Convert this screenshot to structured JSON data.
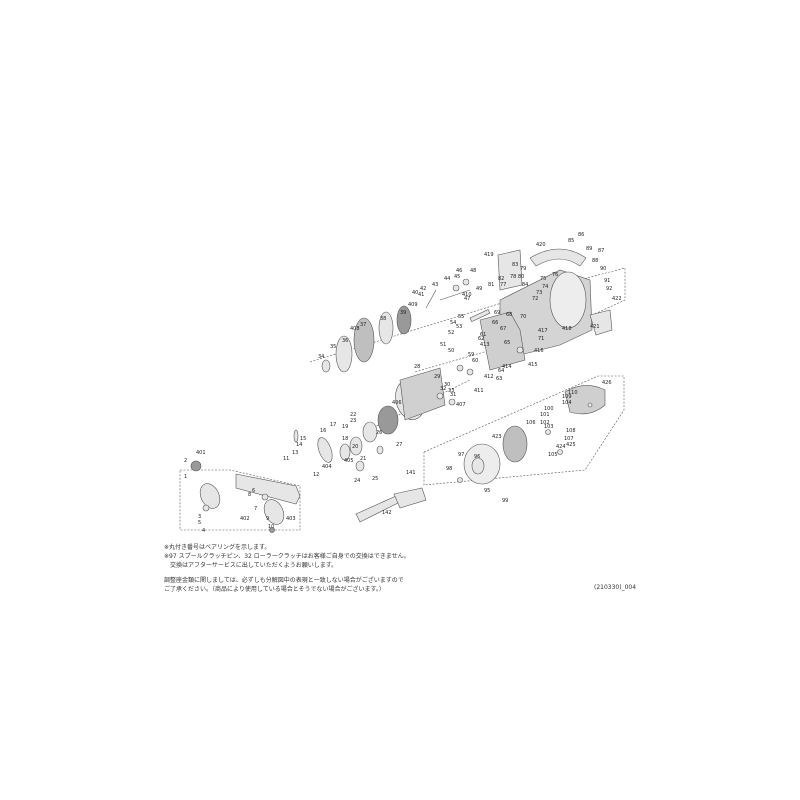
{
  "diagram": {
    "parts": [
      {
        "number": "1"
      },
      {
        "number": "2"
      },
      {
        "number": "3"
      },
      {
        "number": "4"
      },
      {
        "number": "5"
      },
      {
        "number": "6"
      },
      {
        "number": "7"
      },
      {
        "number": "8"
      },
      {
        "number": "9"
      },
      {
        "number": "10"
      },
      {
        "number": "11"
      },
      {
        "number": "12"
      },
      {
        "number": "13"
      },
      {
        "number": "14"
      },
      {
        "number": "15"
      },
      {
        "number": "16"
      },
      {
        "number": "17"
      },
      {
        "number": "18"
      },
      {
        "number": "19"
      },
      {
        "number": "20"
      },
      {
        "number": "21"
      },
      {
        "number": "22"
      },
      {
        "number": "23"
      },
      {
        "number": "24"
      },
      {
        "number": "25"
      },
      {
        "number": "26"
      },
      {
        "number": "27"
      },
      {
        "number": "28"
      },
      {
        "number": "29"
      },
      {
        "number": "30"
      },
      {
        "number": "31"
      },
      {
        "number": "32"
      },
      {
        "number": "33"
      },
      {
        "number": "34"
      },
      {
        "number": "35"
      },
      {
        "number": "36"
      },
      {
        "number": "37"
      },
      {
        "number": "38"
      },
      {
        "number": "39"
      },
      {
        "number": "40"
      },
      {
        "number": "41"
      },
      {
        "number": "42"
      },
      {
        "number": "43"
      },
      {
        "number": "44"
      },
      {
        "number": "45"
      },
      {
        "number": "46"
      },
      {
        "number": "47"
      },
      {
        "number": "48"
      },
      {
        "number": "49"
      },
      {
        "number": "50"
      },
      {
        "number": "51"
      },
      {
        "number": "52"
      },
      {
        "number": "53"
      },
      {
        "number": "54"
      },
      {
        "number": "55"
      },
      {
        "number": "59"
      },
      {
        "number": "60"
      },
      {
        "number": "61"
      },
      {
        "number": "62"
      },
      {
        "number": "63"
      },
      {
        "number": "64"
      },
      {
        "number": "65"
      },
      {
        "number": "66"
      },
      {
        "number": "67"
      },
      {
        "number": "68"
      },
      {
        "number": "69"
      },
      {
        "number": "70"
      },
      {
        "number": "71"
      },
      {
        "number": "72"
      },
      {
        "number": "73"
      },
      {
        "number": "74"
      },
      {
        "number": "75"
      },
      {
        "number": "76"
      },
      {
        "number": "77"
      },
      {
        "number": "78"
      },
      {
        "number": "79"
      },
      {
        "number": "80"
      },
      {
        "number": "81"
      },
      {
        "number": "82"
      },
      {
        "number": "83"
      },
      {
        "number": "84"
      },
      {
        "number": "85"
      },
      {
        "number": "86"
      },
      {
        "number": "87"
      },
      {
        "number": "88"
      },
      {
        "number": "89"
      },
      {
        "number": "90"
      },
      {
        "number": "91"
      },
      {
        "number": "92"
      },
      {
        "number": "95"
      },
      {
        "number": "96"
      },
      {
        "number": "97"
      },
      {
        "number": "98"
      },
      {
        "number": "99"
      },
      {
        "number": "100"
      },
      {
        "number": "101"
      },
      {
        "number": "102"
      },
      {
        "number": "103"
      },
      {
        "number": "104"
      },
      {
        "number": "105"
      },
      {
        "number": "106"
      },
      {
        "number": "107"
      },
      {
        "number": "108"
      },
      {
        "number": "109"
      },
      {
        "number": "110"
      },
      {
        "number": "141"
      },
      {
        "number": "142"
      },
      {
        "number": "401"
      },
      {
        "number": "402"
      },
      {
        "number": "403"
      },
      {
        "number": "404"
      },
      {
        "number": "405"
      },
      {
        "number": "406"
      },
      {
        "number": "407"
      },
      {
        "number": "408"
      },
      {
        "number": "409"
      },
      {
        "number": "410"
      },
      {
        "number": "411"
      },
      {
        "number": "412"
      },
      {
        "number": "413"
      },
      {
        "number": "414"
      },
      {
        "number": "415"
      },
      {
        "number": "416"
      },
      {
        "number": "417"
      },
      {
        "number": "418"
      },
      {
        "number": "419"
      },
      {
        "number": "420"
      },
      {
        "number": "421"
      },
      {
        "number": "422"
      },
      {
        "number": "423"
      },
      {
        "number": "424"
      },
      {
        "number": "425"
      },
      {
        "number": "426"
      }
    ]
  },
  "notes": {
    "line1": "※丸付き番号はベアリングを示します。",
    "line2": "※97 スプールクラッチピン、32 ローラークラッチはお客様ご自身での交換はできません。",
    "line3": "交換はアフターサービスに出していただくようお願いします。",
    "line4": "調整座金類に関しましては、必ずしも分解図中の表現と一致しない場合がございますので",
    "line5": "ご了承ください。（商品により使用している場合とそうでない場合がございます。）"
  },
  "document_code": "(210330)_004",
  "colors": {
    "line": "#555555",
    "part_fill": "#e6e6e6",
    "part_dark": "#999999",
    "text": "#222222"
  }
}
